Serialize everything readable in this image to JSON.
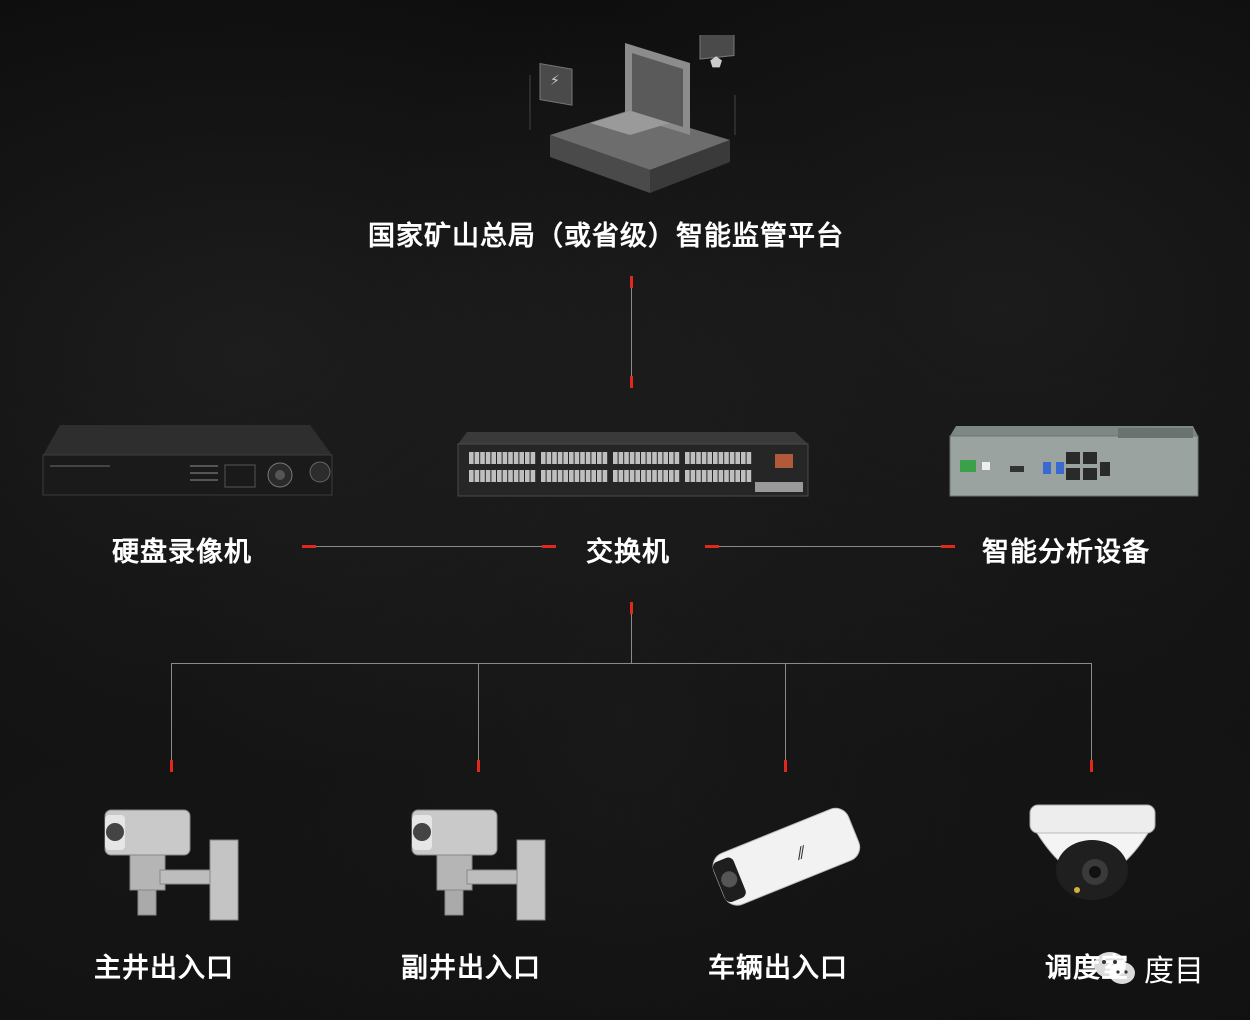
{
  "nodes": {
    "platform": "国家矿山总局（或省级）智能监管平台",
    "switch": "交换机",
    "nvr": "硬盘录像机",
    "analyzer": "智能分析设备",
    "cameras": [
      "主井出入口",
      "副井出入口",
      "车辆出入口",
      "调度室"
    ]
  },
  "watermark": {
    "text": "度目",
    "icon": "wechat-icon"
  },
  "colors": {
    "background": "#0c0c0c",
    "connector": "#8a8a8a",
    "accent": "#e0281c",
    "text": "#ffffff"
  }
}
